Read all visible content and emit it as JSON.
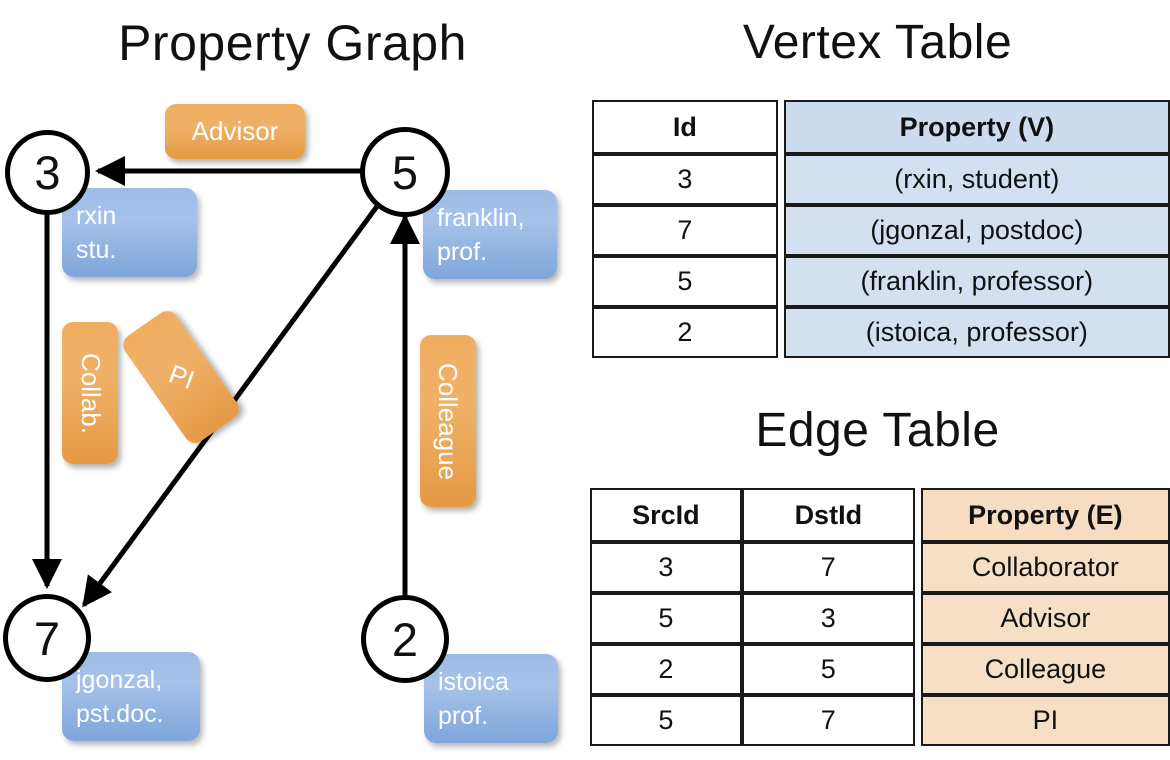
{
  "titles": {
    "property_graph": "Property Graph",
    "vertex_table": "Vertex Table",
    "edge_table": "Edge Table"
  },
  "graph": {
    "nodes": [
      {
        "id": "3",
        "name": "node-3",
        "property_lines": [
          "rxin",
          "stu."
        ]
      },
      {
        "id": "5",
        "name": "node-5",
        "property_lines": [
          "franklin,",
          "prof."
        ]
      },
      {
        "id": "7",
        "name": "node-7",
        "property_lines": [
          "jgonzal,",
          "pst.doc."
        ]
      },
      {
        "id": "2",
        "name": "node-2",
        "property_lines": [
          "istoica",
          "prof."
        ]
      }
    ],
    "edge_labels": [
      {
        "label": "Advisor",
        "orientation": "horizontal"
      },
      {
        "label": "Collab.",
        "orientation": "vertical"
      },
      {
        "label": "PI",
        "orientation": "diagonal"
      },
      {
        "label": "Colleague",
        "orientation": "vertical"
      }
    ],
    "edges": [
      {
        "src": "5",
        "dst": "3",
        "label": "Advisor"
      },
      {
        "src": "3",
        "dst": "7",
        "label": "Collab."
      },
      {
        "src": "5",
        "dst": "7",
        "label": "PI"
      },
      {
        "src": "2",
        "dst": "5",
        "label": "Colleague"
      }
    ]
  },
  "vertex_table": {
    "headers": [
      "Id",
      "Property (V)"
    ],
    "rows": [
      {
        "id": "3",
        "property": "(rxin, student)"
      },
      {
        "id": "7",
        "property": "(jgonzal, postdoc)"
      },
      {
        "id": "5",
        "property": "(franklin, professor)"
      },
      {
        "id": "2",
        "property": "(istoica, professor)"
      }
    ]
  },
  "edge_table": {
    "headers": [
      "SrcId",
      "DstId",
      "Property (E)"
    ],
    "rows": [
      {
        "src": "3",
        "dst": "7",
        "property": "Collaborator"
      },
      {
        "src": "5",
        "dst": "3",
        "property": "Advisor"
      },
      {
        "src": "2",
        "dst": "5",
        "property": "Colleague"
      },
      {
        "src": "5",
        "dst": "7",
        "property": "PI"
      }
    ]
  },
  "colors": {
    "vertex_property_fill": "#d4dff0",
    "edge_property_fill": "#f7dfc6",
    "node_box_blue": "#9dbce6",
    "edge_label_orange": "#efb168",
    "stroke": "#1a1a1a"
  }
}
